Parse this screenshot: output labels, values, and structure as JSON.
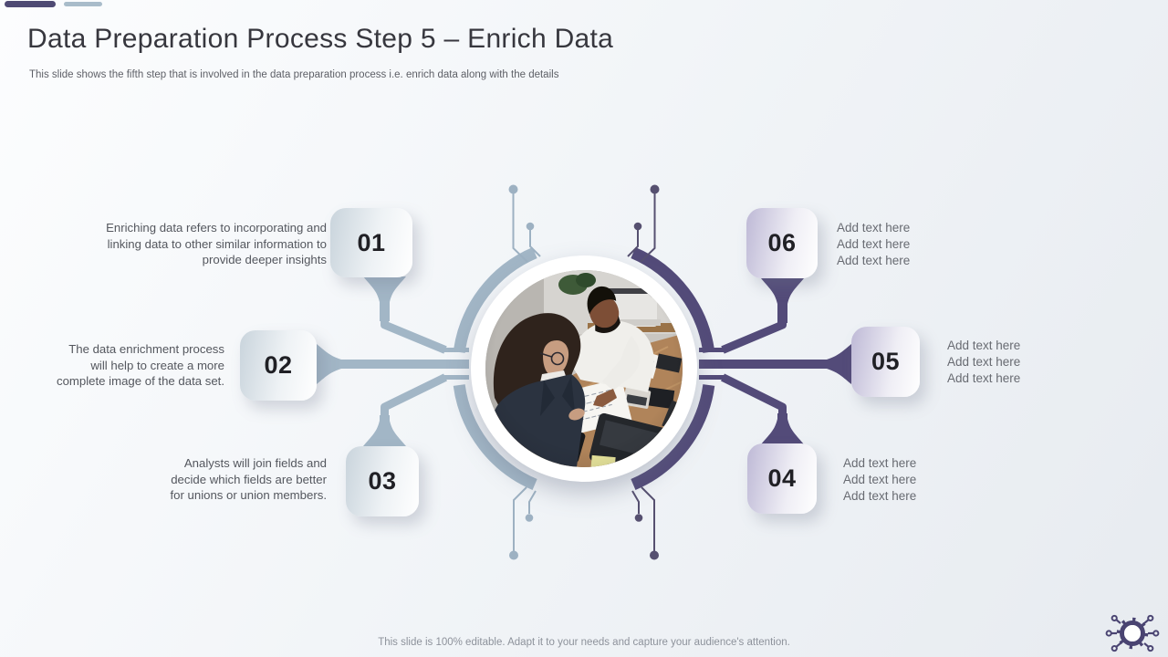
{
  "slide": {
    "title": "Data Preparation Process Step 5 – Enrich Data",
    "subtitle": "This slide shows the fifth step that is involved in the data preparation process i.e. enrich data along with the details",
    "footer": "This slide is 100% editable. Adapt it to your needs and capture your audience's attention."
  },
  "steps": [
    {
      "number": "01",
      "lines": [
        "Enriching data refers to incorporating and",
        "linking data to other similar information to",
        "provide deeper insights"
      ]
    },
    {
      "number": "02",
      "lines": [
        "The data enrichment process",
        "will help to create a more",
        "complete image of the data set."
      ]
    },
    {
      "number": "03",
      "lines": [
        "Analysts will join fields and",
        "decide which fields are better",
        "for unions or union members."
      ]
    },
    {
      "number": "04",
      "lines": [
        "Add text here",
        "Add text here",
        "Add text here"
      ]
    },
    {
      "number": "05",
      "lines": [
        "Add text here",
        "Add text here",
        "Add text here"
      ]
    },
    {
      "number": "06",
      "lines": [
        "Add text here",
        "Add text here",
        "Add text here"
      ]
    }
  ],
  "colors": {
    "accent_purple": "#534b79",
    "accent_blue": "#a2b6c6",
    "title_text": "#37373e",
    "body_text": "#54575e",
    "placeholder_text": "#686b72"
  },
  "icons": {
    "footer_icon": "gear-network-icon"
  }
}
